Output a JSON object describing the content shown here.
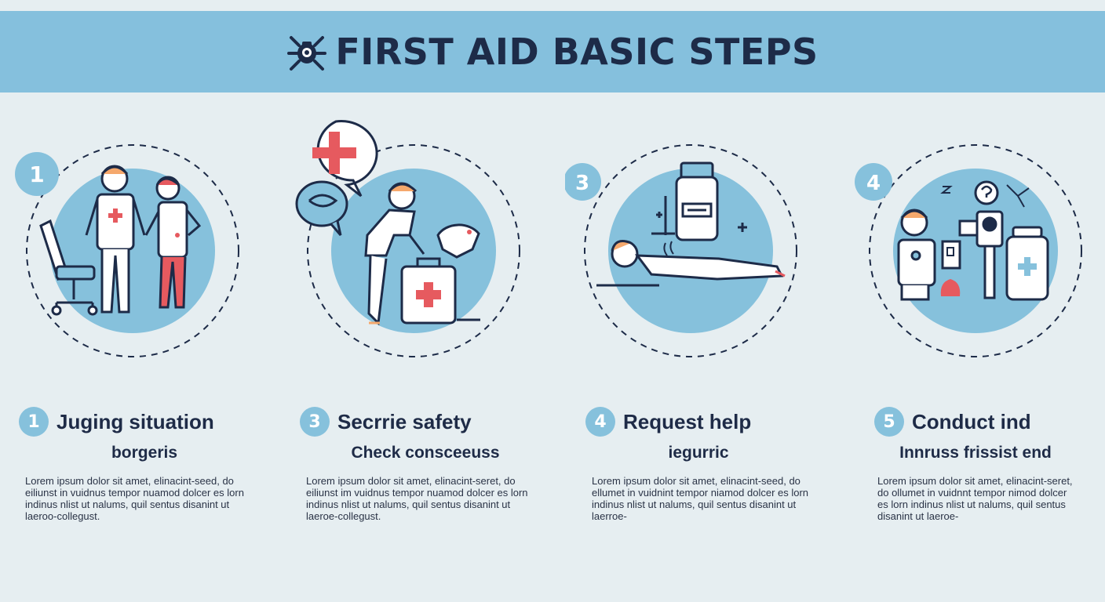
{
  "header": {
    "title": "FIRST AID BASIC STEPS",
    "icon": "bug-icon"
  },
  "colors": {
    "banner": "#85c0dd",
    "background": "#e6eef1",
    "circle": "#86c1dc",
    "cross": "#e65a5f",
    "ink": "#1d2b48"
  },
  "steps": [
    {
      "art_badge": "1",
      "badge": "1",
      "heading": "Juging situation",
      "subheading": "borgeris",
      "body": "Lorem ipsum dolor sit amet, elinacint-seed, do eiliunst in vuidnus tempor nuamod dolcer es lorn indinus nlist ut nalums, quil sentus disanint ut laeroo-collegust."
    },
    {
      "art_badge": "",
      "badge": "3",
      "heading": "Secrrie safety",
      "subheading": "Check consceeuss",
      "body": "Lorem ipsum dolor sit amet, elinacint-seret, do eiliunst im vuidnus tempor nuamod dolcer es lorn indinus nlist ut nalums, quil sentus disanint ut laeroe-collegust."
    },
    {
      "art_badge": "3",
      "badge": "4",
      "heading": "Request help",
      "subheading": "iegurric",
      "body": "Lorem ipsum dolor sit amet, elinacint-seed, do ellumet in vuidnint tempor niamod dolcer es lorn indinus nlist ut nalums, quil sentus disanint ut laerroe-"
    },
    {
      "art_badge": "4",
      "badge": "5",
      "heading": "Conduct ind",
      "subheading": "Innruss frissist end",
      "body": "Lorem ipsum dolor sit amet, elinacint-seret, do ollumet in vuidnnt tempor nimod dolcer es lorn indinus nlist ut nalums, quil sentus disanint ut laeroe-"
    }
  ]
}
